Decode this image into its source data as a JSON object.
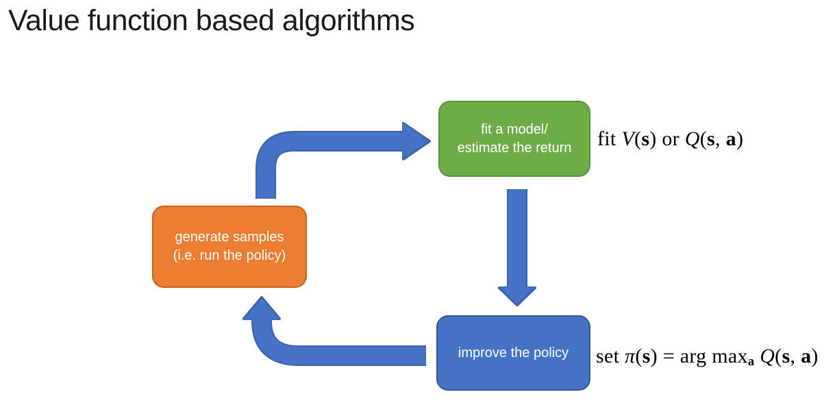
{
  "slide": {
    "title": "Value function based algorithms"
  },
  "colors": {
    "background": "#ffffff",
    "title_text": "#1b1b1b",
    "green_fill": "#6FAC47",
    "green_border": "#5B9136",
    "orange_fill": "#ED7D31",
    "orange_border": "#C3611F",
    "blue_fill": "#4472C4",
    "blue_border": "#33589B",
    "arrow_fill": "#4472C4",
    "arrow_border": "#3C63A8",
    "box_text": "#ffffff",
    "math_text": "#000000"
  },
  "diagram": {
    "nodes": [
      {
        "id": "fit-model",
        "color": "green",
        "lines": [
          "fit a model/",
          "estimate the return"
        ]
      },
      {
        "id": "generate-samples",
        "color": "orange",
        "lines": [
          "generate samples",
          "(i.e. run the policy)"
        ]
      },
      {
        "id": "improve-policy",
        "color": "blue",
        "lines": [
          "improve the policy"
        ]
      }
    ],
    "annotations": [
      {
        "id": "fit-annotation",
        "text": "fit V(s) or Q(s, a)",
        "tokens": [
          {
            "t": "fit ",
            "f": "up"
          },
          {
            "t": "V",
            "f": "it"
          },
          {
            "t": "(",
            "f": "up"
          },
          {
            "t": "s",
            "f": "bf"
          },
          {
            "t": ") or ",
            "f": "up"
          },
          {
            "t": "Q",
            "f": "it"
          },
          {
            "t": "(",
            "f": "up"
          },
          {
            "t": "s",
            "f": "bf"
          },
          {
            "t": ", ",
            "f": "up"
          },
          {
            "t": "a",
            "f": "bf"
          },
          {
            "t": ")",
            "f": "up"
          }
        ]
      },
      {
        "id": "improve-annotation",
        "text": "set π(s) = arg max_a Q(s, a)",
        "tokens": [
          {
            "t": "set ",
            "f": "up"
          },
          {
            "t": "π",
            "f": "it"
          },
          {
            "t": "(",
            "f": "up"
          },
          {
            "t": "s",
            "f": "bf"
          },
          {
            "t": ") = arg max",
            "f": "up"
          },
          {
            "t": "a",
            "f": "bsub"
          },
          {
            "t": " ",
            "f": "up"
          },
          {
            "t": "Q",
            "f": "it"
          },
          {
            "t": "(",
            "f": "up"
          },
          {
            "t": "s",
            "f": "bf"
          },
          {
            "t": ", ",
            "f": "up"
          },
          {
            "t": "a",
            "f": "bf"
          },
          {
            "t": ")",
            "f": "up"
          }
        ]
      }
    ],
    "arrows": [
      {
        "id": "generate-to-fit",
        "from": "generate-samples",
        "to": "fit-model"
      },
      {
        "id": "fit-to-improve",
        "from": "fit-model",
        "to": "improve-policy"
      },
      {
        "id": "improve-to-generate",
        "from": "improve-policy",
        "to": "generate-samples"
      }
    ]
  }
}
